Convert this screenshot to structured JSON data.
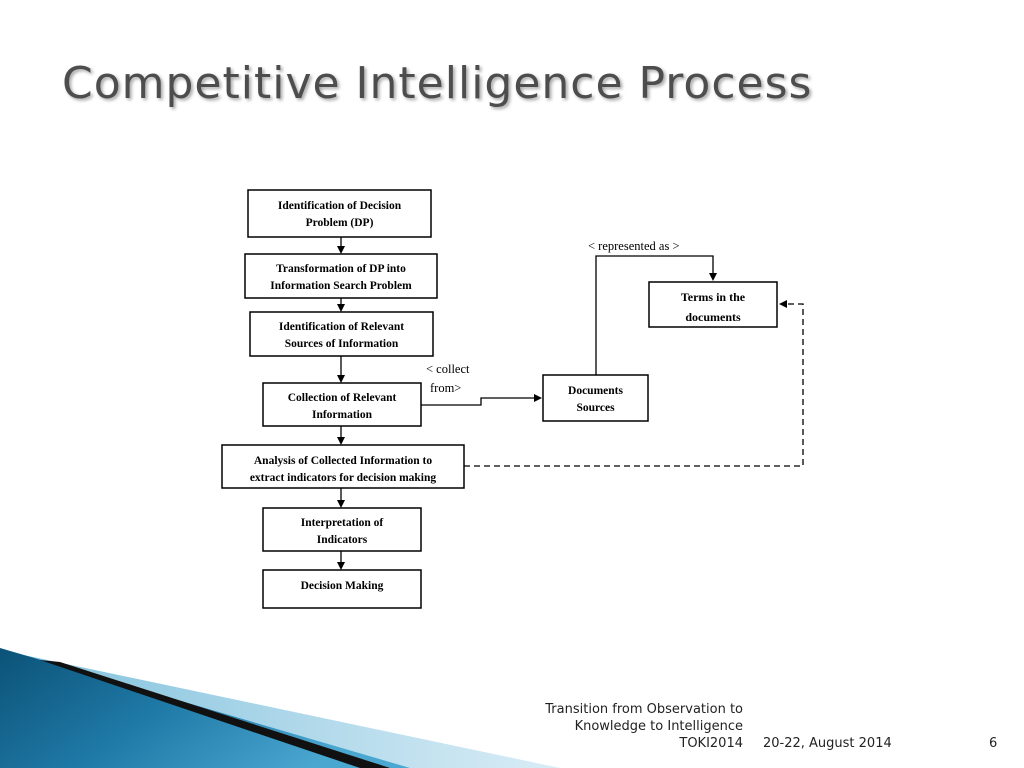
{
  "slide": {
    "title": "Competitive Intelligence Process",
    "number": "6"
  },
  "diagram": {
    "nodes": {
      "identification_dp": [
        "Identification of Decision",
        "Problem (DP)"
      ],
      "transformation": [
        "Transformation of DP into",
        "Information Search Problem"
      ],
      "identification_sources": [
        "Identification of Relevant",
        "Sources of Information"
      ],
      "collection": [
        "Collection of Relevant",
        "Information"
      ],
      "analysis": [
        "Analysis of Collected Information to",
        "extract indicators for decision making"
      ],
      "interpretation": [
        "Interpretation of",
        "Indicators"
      ],
      "decision": [
        "Decision Making"
      ],
      "documents_sources": [
        "Documents",
        "Sources"
      ],
      "terms": [
        "Terms in the",
        "documents"
      ]
    },
    "edge_labels": {
      "collect_from": [
        "< collect",
        "from>"
      ],
      "represented_as": "< represented as >"
    }
  },
  "footer": {
    "conference_line1": "Transition from Observation to",
    "conference_line2": "Knowledge to Intelligence",
    "conference_line3": "TOKI2014",
    "date": "20-22, August 2014"
  },
  "colors": {
    "title": "#4d4d4d",
    "decor_dark": "#0b4a6e",
    "decor_mid": "#3a8fb7",
    "decor_light": "#b9dcec"
  }
}
